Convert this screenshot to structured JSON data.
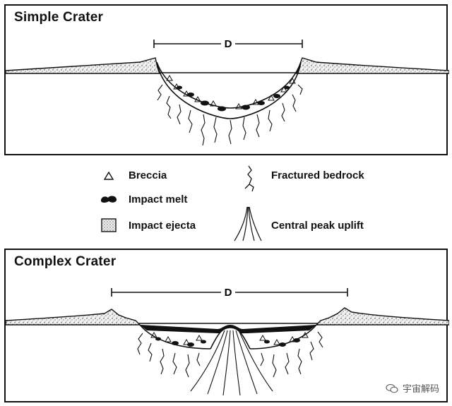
{
  "simple": {
    "title": "Simple Crater",
    "diameter_label": "D"
  },
  "complex": {
    "title": "Complex Crater",
    "diameter_label": "D"
  },
  "legend": {
    "breccia": "Breccia",
    "impact_melt": "Impact melt",
    "impact_ejecta": "Impact ejecta",
    "fractured_bedrock": "Fractured bedrock",
    "central_peak_uplift": "Central peak uplift"
  },
  "watermark": {
    "text": "宇宙解码"
  }
}
